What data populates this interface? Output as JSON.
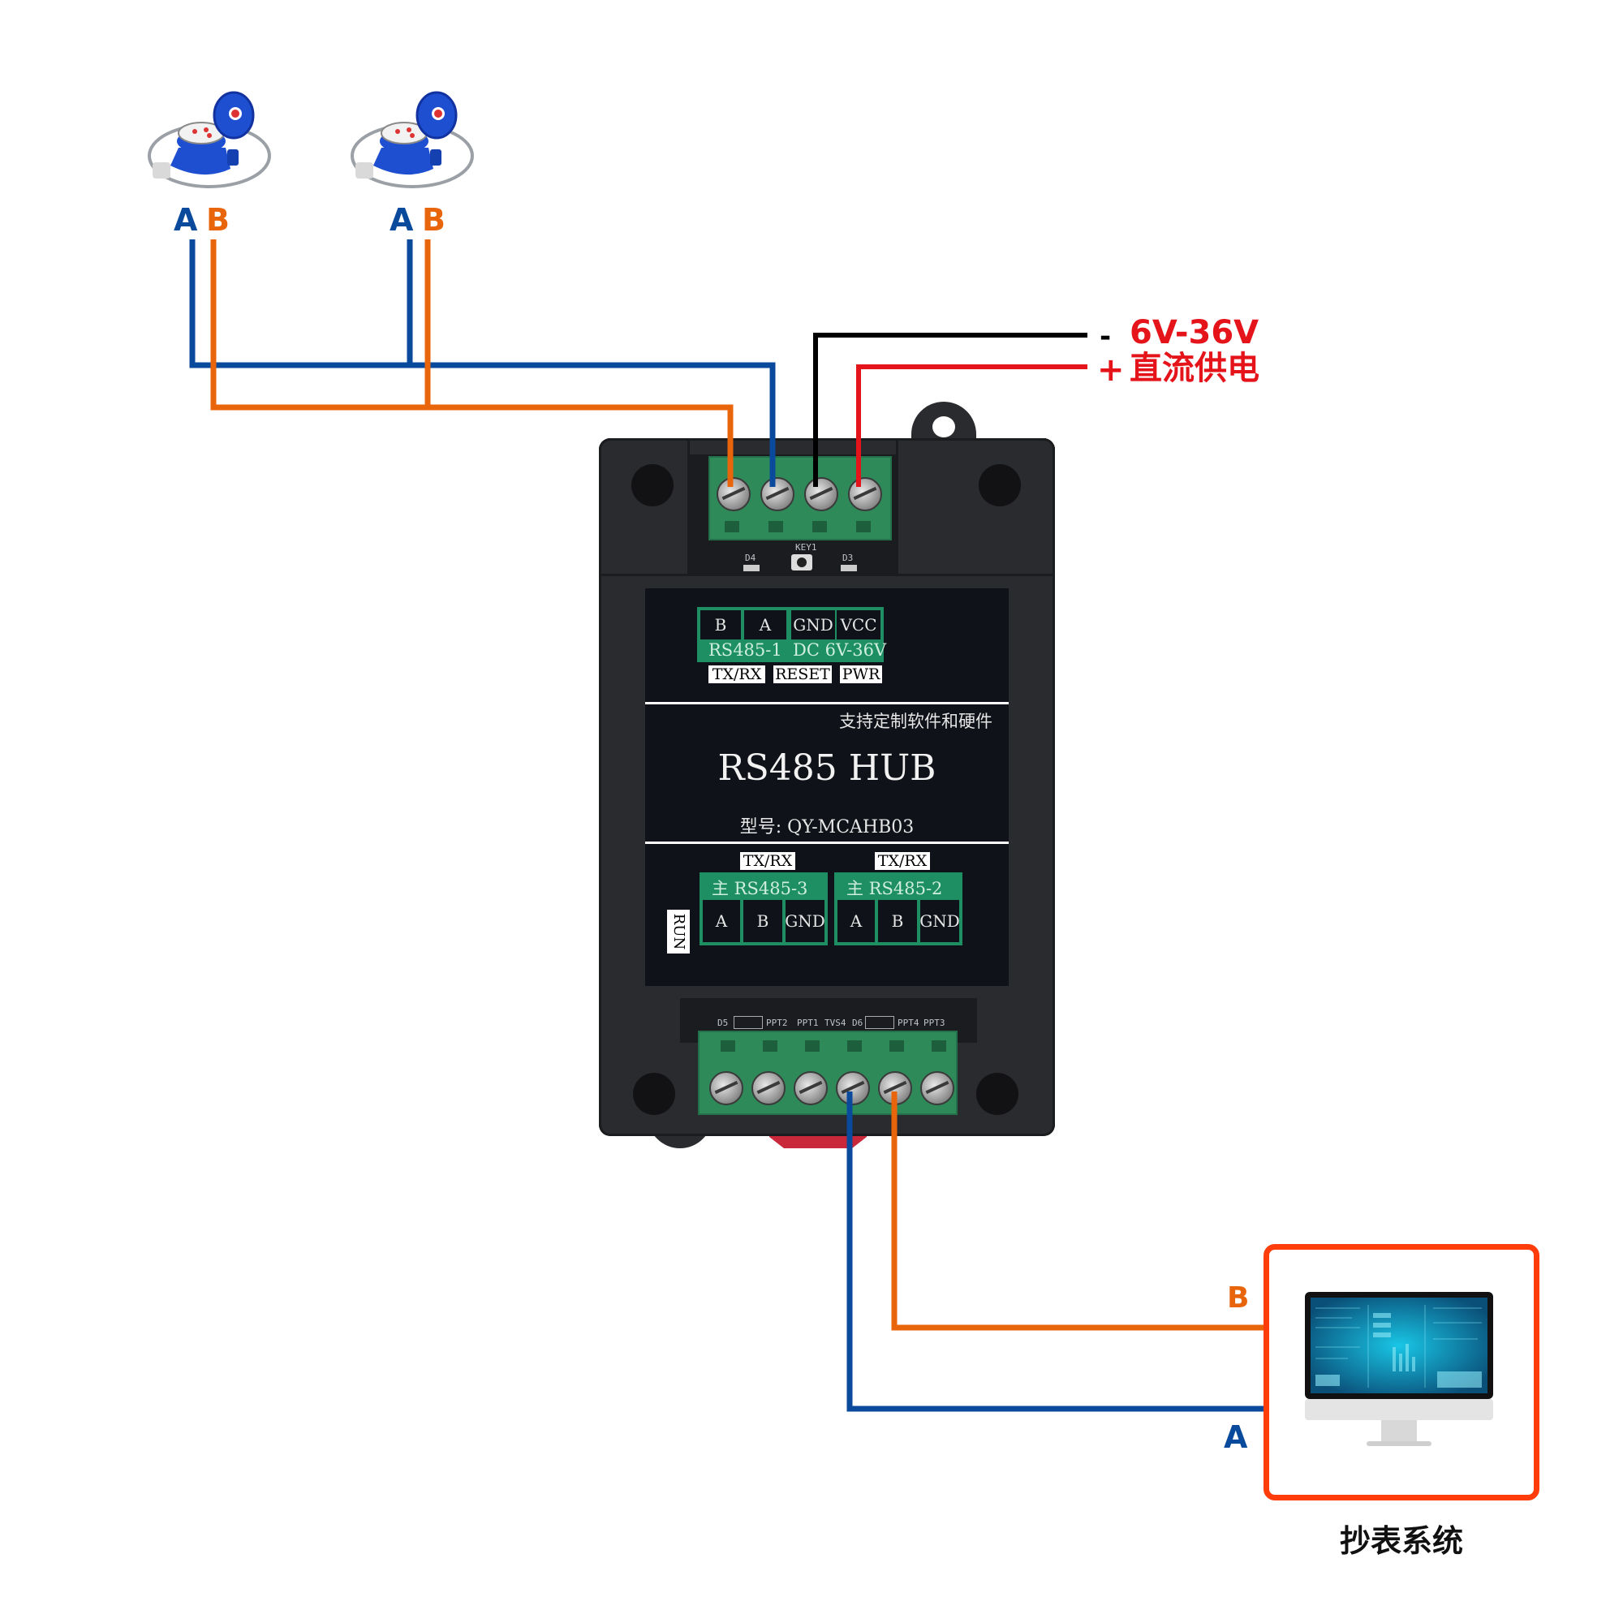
{
  "meters": [
    {
      "name": "water-meter-1",
      "a_label": "A",
      "b_label": "B"
    },
    {
      "name": "water-meter-2",
      "a_label": "A",
      "b_label": "B"
    }
  ],
  "power": {
    "minus_sign": "-",
    "plus_sign": "+",
    "voltage": "6V-36V",
    "description": "直流供电"
  },
  "device": {
    "top_terminal_labels": [
      "B",
      "A",
      "GND",
      "VCC"
    ],
    "rs485_1_label": "RS485-1",
    "dc_label": "DC 6V-36V",
    "indicators_top": [
      "TX/RX",
      "RESET",
      "PWR"
    ],
    "pcb_top": {
      "d4": "D4",
      "key": "KEY1",
      "d3": "D3"
    },
    "tagline": "支持定制软件和硬件",
    "title": "RS485 HUB",
    "model": "型号: QY-MCAHB03",
    "port3": {
      "txrx": "TX/RX",
      "label": "主 RS485-3",
      "pins": [
        "A",
        "B",
        "GND"
      ]
    },
    "port2": {
      "txrx": "TX/RX",
      "label": "主 RS485-2",
      "pins": [
        "A",
        "B",
        "GND"
      ]
    },
    "run_label": "RUN",
    "pcb_bottom": [
      "D5",
      "PPT2",
      "PPT1",
      "TVS4",
      "D6",
      "PPT4",
      "PPT3"
    ]
  },
  "system": {
    "b_label": "B",
    "a_label": "A",
    "caption": "抄表系统"
  },
  "colors": {
    "wire_a": "#0a4a9c",
    "wire_b": "#e8650c",
    "wire_negative": "#000000",
    "wire_positive": "#e4141a",
    "system_border": "#ff3d0a",
    "terminal_green": "#2f8a5a",
    "label_green": "#1e8f63"
  }
}
